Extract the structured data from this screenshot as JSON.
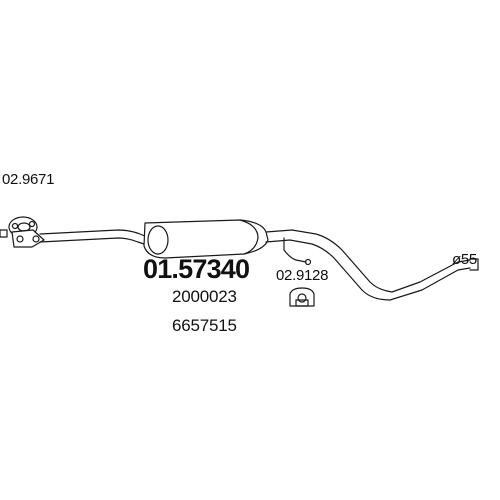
{
  "diagram": {
    "part_number": "01.57340",
    "oe_numbers": [
      "2000023",
      "6657515"
    ],
    "gasket_ref": "02.9671",
    "hanger_ref": "02.9128",
    "diameter": "ø55",
    "line_color": "#1a1a1a"
  }
}
